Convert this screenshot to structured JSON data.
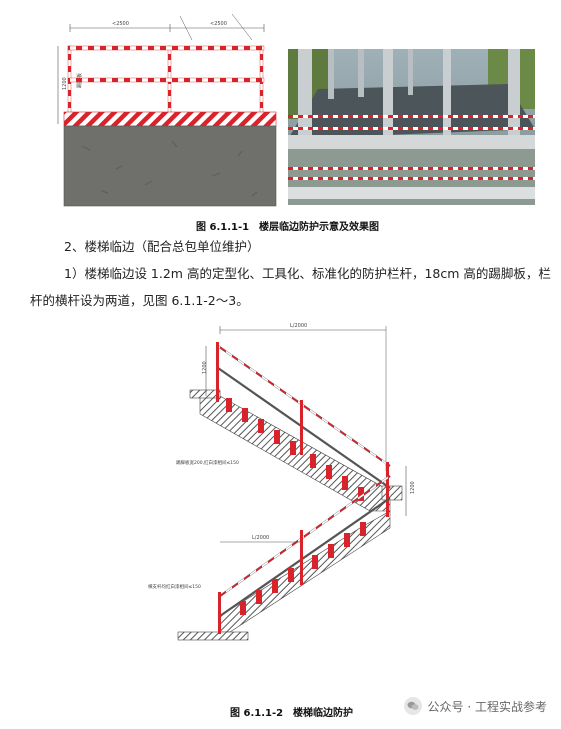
{
  "figure1": {
    "caption": "图 6.1.1-1　楼层临边防护示意及效果图",
    "dims": [
      "<2500",
      "<2500",
      "1200"
    ],
    "side_label": "踢脚板"
  },
  "section": {
    "heading": "2、楼梯临边（配合总包单位维护）",
    "paragraph_line1": "1）楼梯临边设 1.2m 高的定型化、工具化、标准化的防护栏杆，18cm 高的踢脚板，栏",
    "paragraph_line2": "杆的横杆设为两道，见图 6.1.1-2～3。"
  },
  "figure2": {
    "caption": "图 6.1.1-2　楼梯临边防护",
    "dims": [
      "L/2000",
      "L/2000",
      "1200",
      "1200"
    ],
    "note_kick": "踢脚板宽200,红白漆相间≤150",
    "note_rail": "横支杆均红白漆相间≤150"
  },
  "watermark": {
    "text": "公众号 · 工程实战参考"
  },
  "colors": {
    "red": "#d9232a",
    "white": "#ffffff",
    "concrete": "#6f706b",
    "sky": "#8fa3ad"
  }
}
